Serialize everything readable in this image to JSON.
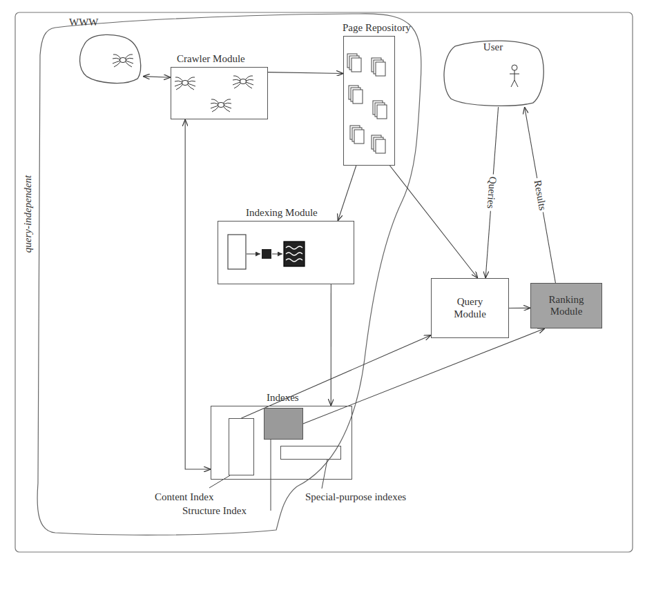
{
  "diagram": {
    "nodes": [
      {
        "text": [
          "WWW"
        ]
      },
      {
        "text": [
          "Crawler Module"
        ]
      },
      {
        "text": [
          "Page Repository"
        ]
      },
      {
        "text": [
          "User"
        ]
      },
      {
        "text": [
          "Indexing Module"
        ]
      },
      {
        "text": [
          "Query Module"
        ]
      },
      {
        "text": [
          "Ranking Module"
        ]
      },
      {
        "text": [
          "Indexes"
        ]
      },
      {
        "text": [
          "Content Index"
        ],
        "in": 7
      },
      {
        "text": [
          "Structure Index"
        ],
        "in": 7
      },
      {
        "text": [
          "Special-purpose indexes"
        ],
        "in": 7
      }
    ],
    "edges": [
      {
        "from": 0,
        "to": 1,
        "arrow": "both"
      },
      {
        "from": 1,
        "to": 2,
        "arrow": "to"
      },
      {
        "from": 2,
        "to": 4,
        "arrow": "to"
      },
      {
        "from": 2,
        "to": 5,
        "arrow": "to"
      },
      {
        "from": 4,
        "to": 7,
        "arrow": "to"
      },
      {
        "from": 1,
        "to": 7,
        "arrow": "both"
      },
      {
        "from": 3,
        "to": 5,
        "label": "Queries",
        "arrow": "to"
      },
      {
        "from": 6,
        "to": 3,
        "label": "Results",
        "arrow": "to"
      },
      {
        "from": 5,
        "to": 6,
        "arrow": "to"
      },
      {
        "from": 8,
        "to": 5,
        "arrow": "to"
      },
      {
        "from": 9,
        "to": 6,
        "arrow": "to"
      }
    ],
    "labels": [
      "query-independent"
    ]
  }
}
